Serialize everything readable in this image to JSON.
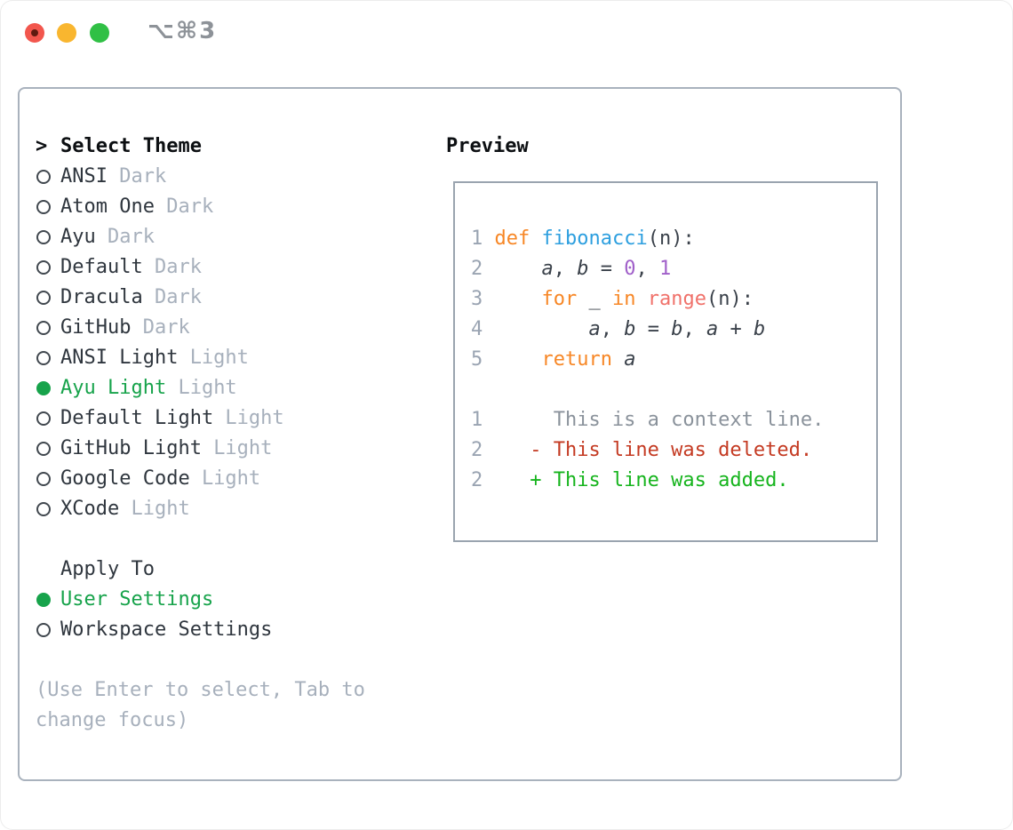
{
  "colors": {
    "traffic-red": "#f2564d",
    "traffic-red-dot": "#5f1a10",
    "traffic-yellow": "#f9b62f",
    "traffic-green": "#30c045",
    "shortcut-gray": "#8d9298",
    "panel-border": "#a9b2bd",
    "box-border": "#9aa4af",
    "text-black": "#0c0f12",
    "text-dark": "#2f363e",
    "text-muted": "#a7b0bc",
    "hint": "#a7b0bc",
    "radio-ring": "#41484f",
    "selected-green": "#17a34b",
    "line-number": "#9aa4b2",
    "code-plain": "#3a414a",
    "keyword-orange": "#f78726",
    "function-blue": "#2d9fdf",
    "range-coral": "#f0716a",
    "const-purple": "#a05fc9",
    "diff-context": "#8a929b",
    "diff-deleted": "#c43a22",
    "diff-added": "#16b41d"
  },
  "titlebar": {
    "shortcut": "⌥⌘3"
  },
  "icons": {
    "close": "traffic-light-red-with-dot",
    "minimize": "traffic-light-yellow",
    "maximize": "traffic-light-green",
    "selected_radio": "filled-circle",
    "unselected_radio": "outline-circle"
  },
  "left": {
    "prompt": ">",
    "title": "Select Theme",
    "themes": [
      {
        "name": "ANSI",
        "variant": "Dark",
        "selected": false
      },
      {
        "name": "Atom One",
        "variant": "Dark",
        "selected": false
      },
      {
        "name": "Ayu",
        "variant": "Dark",
        "selected": false
      },
      {
        "name": "Default",
        "variant": "Dark",
        "selected": false
      },
      {
        "name": "Dracula",
        "variant": "Dark",
        "selected": false
      },
      {
        "name": "GitHub",
        "variant": "Dark",
        "selected": false
      },
      {
        "name": "ANSI Light",
        "variant": "Light",
        "selected": false
      },
      {
        "name": "Ayu Light",
        "variant": "Light",
        "selected": true
      },
      {
        "name": "Default Light",
        "variant": "Light",
        "selected": false
      },
      {
        "name": "GitHub Light",
        "variant": "Light",
        "selected": false
      },
      {
        "name": "Google Code",
        "variant": "Light",
        "selected": false
      },
      {
        "name": "XCode",
        "variant": "Light",
        "selected": false
      }
    ],
    "apply_to_label": "Apply To",
    "apply_options": [
      {
        "name": "User Settings",
        "selected": true
      },
      {
        "name": "Workspace Settings",
        "selected": false
      }
    ],
    "hint": "(Use Enter to select, Tab to change focus)"
  },
  "preview": {
    "title": "Preview",
    "lines": [
      {
        "num": "1",
        "segments": [
          {
            "c": "kw",
            "t": "def"
          },
          {
            "c": "plain",
            "t": " "
          },
          {
            "c": "fn",
            "t": "fibonacci"
          },
          {
            "c": "plain",
            "t": "(n):"
          }
        ]
      },
      {
        "num": "2",
        "segments": [
          {
            "c": "plain",
            "t": "    "
          },
          {
            "c": "var",
            "t": "a"
          },
          {
            "c": "plain",
            "t": ", "
          },
          {
            "c": "var",
            "t": "b"
          },
          {
            "c": "plain",
            "t": " = "
          },
          {
            "c": "const",
            "t": "0"
          },
          {
            "c": "plain",
            "t": ", "
          },
          {
            "c": "const",
            "t": "1"
          }
        ]
      },
      {
        "num": "3",
        "segments": [
          {
            "c": "plain",
            "t": "    "
          },
          {
            "c": "kw",
            "t": "for"
          },
          {
            "c": "plain",
            "t": " _ "
          },
          {
            "c": "kw",
            "t": "in"
          },
          {
            "c": "plain",
            "t": " "
          },
          {
            "c": "rng",
            "t": "range"
          },
          {
            "c": "plain",
            "t": "(n):"
          }
        ]
      },
      {
        "num": "4",
        "segments": [
          {
            "c": "plain",
            "t": "        "
          },
          {
            "c": "var",
            "t": "a"
          },
          {
            "c": "plain",
            "t": ", "
          },
          {
            "c": "var",
            "t": "b"
          },
          {
            "c": "plain",
            "t": " = "
          },
          {
            "c": "var",
            "t": "b"
          },
          {
            "c": "plain",
            "t": ", "
          },
          {
            "c": "var",
            "t": "a"
          },
          {
            "c": "plain",
            "t": " + "
          },
          {
            "c": "var",
            "t": "b"
          }
        ]
      },
      {
        "num": "5",
        "segments": [
          {
            "c": "plain",
            "t": "    "
          },
          {
            "c": "kw",
            "t": "return"
          },
          {
            "c": "plain",
            "t": " "
          },
          {
            "c": "var",
            "t": "a"
          }
        ]
      },
      {
        "num": "",
        "segments": []
      },
      {
        "num": "1",
        "segments": [
          {
            "c": "ctx",
            "t": "     This is a context line."
          }
        ]
      },
      {
        "num": "2",
        "segments": [
          {
            "c": "del",
            "t": "   - This line was deleted."
          }
        ]
      },
      {
        "num": "2",
        "segments": [
          {
            "c": "add",
            "t": "   + This line was added."
          }
        ]
      }
    ]
  }
}
